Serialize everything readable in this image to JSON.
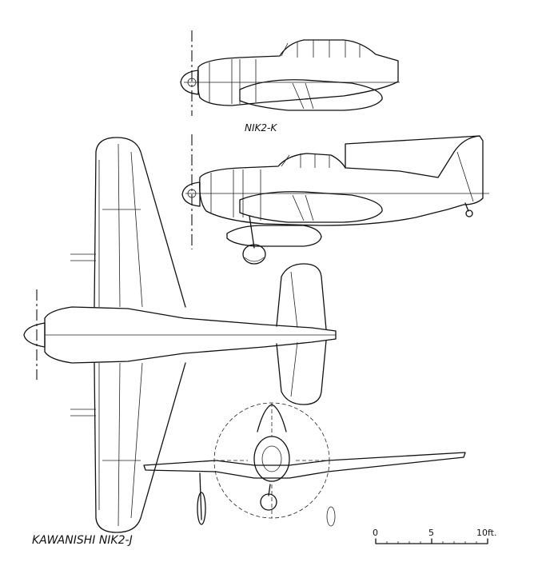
{
  "labels": {
    "variant_k": "NIK2-K",
    "title": "KAWANISHI NIK2-J"
  },
  "scale": {
    "ticks": [
      "0",
      "5",
      "10ft."
    ]
  }
}
